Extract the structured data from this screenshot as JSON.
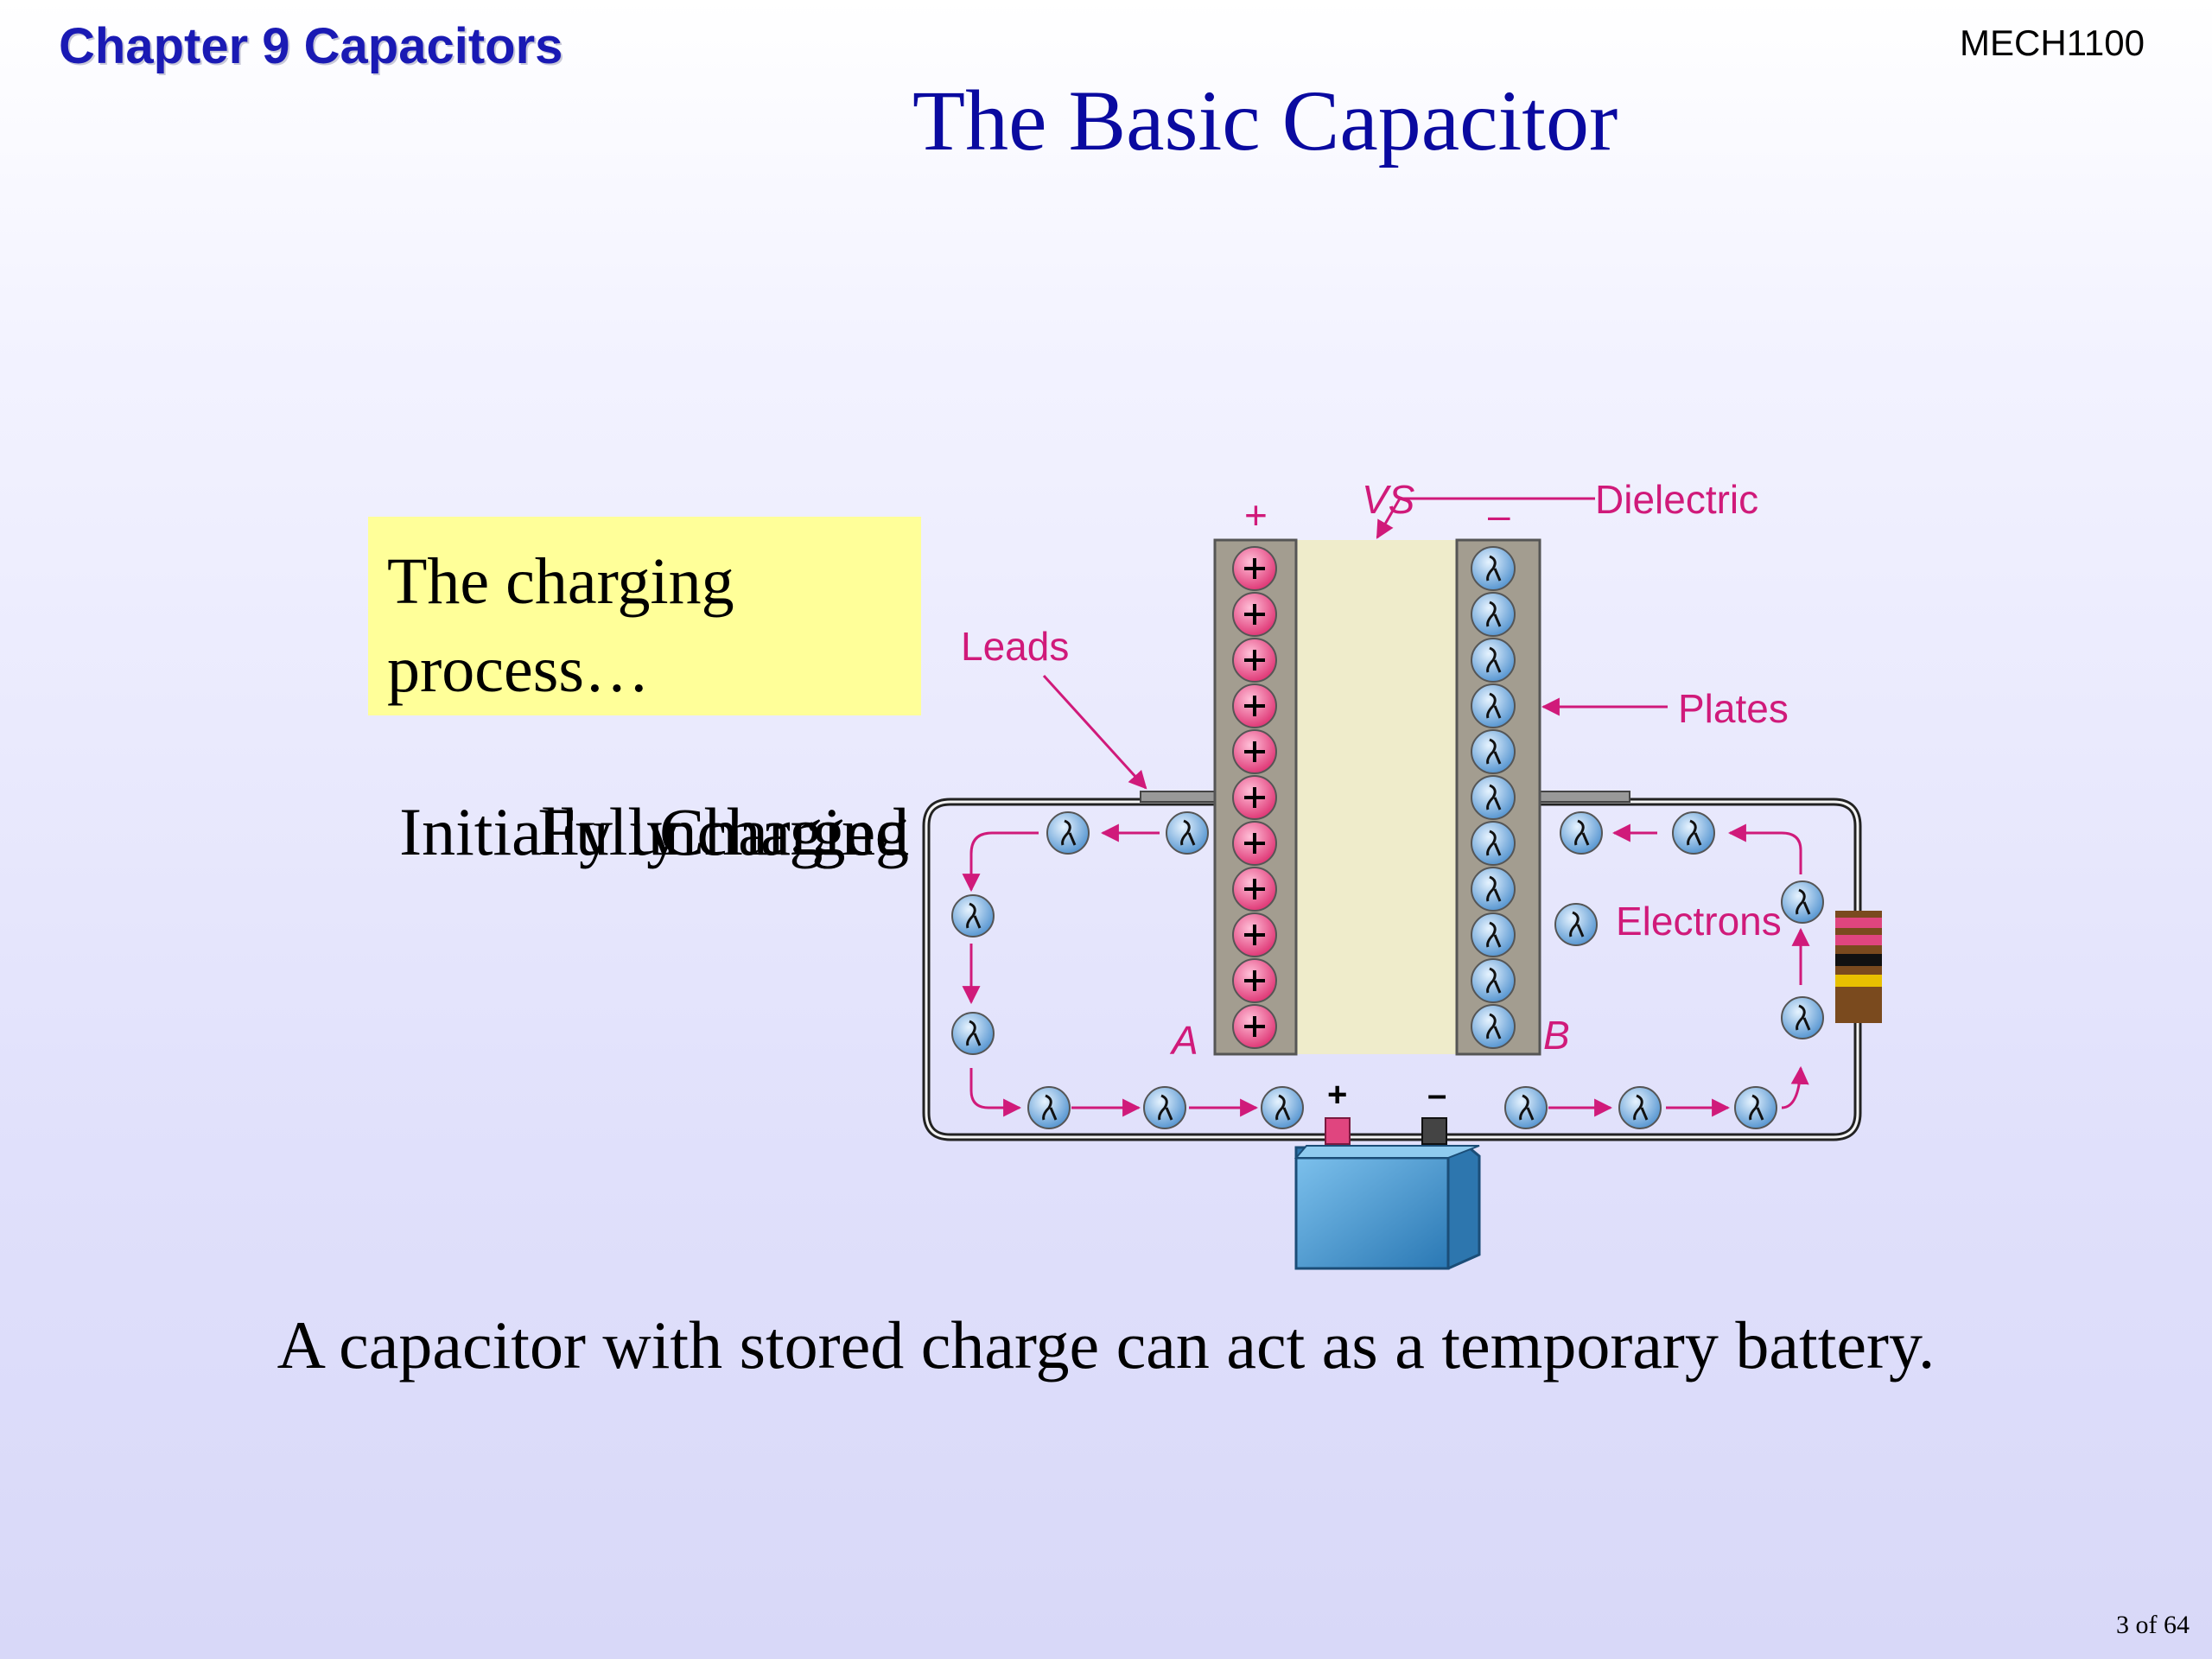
{
  "header": {
    "chapter": "Chapter 9 Capacitors",
    "course": "MECH1100"
  },
  "slide": {
    "title": "The Basic Capacitor",
    "callout_line1": "The charging",
    "callout_line2": "process…",
    "overlapping_states": [
      "Initially uncharged",
      "Charging",
      "Fully charged"
    ],
    "caption": "A capacitor with stored charge can act as a temporary battery.",
    "page_number": "3 of  64"
  },
  "diagram": {
    "labels": {
      "dielectric": "Dielectric",
      "leads": "Leads",
      "plates": "Plates",
      "electrons": "Electrons",
      "plate_a": "A",
      "plate_b": "B",
      "vs": "VS",
      "plus_top": "+",
      "minus_top": "–",
      "battery_plus": "+",
      "battery_minus": "–"
    },
    "colors": {
      "label": "#d01a7a",
      "positive_charge": "#e8407a",
      "electron": "#5fa0d8",
      "dielectric": "#efeccb",
      "plate": "#a09a8e",
      "battery": "#4a98d0"
    },
    "icons": [
      "positive-charge-icon",
      "electron-icon",
      "battery-icon",
      "resistor-icon",
      "arrow-icon"
    ]
  }
}
